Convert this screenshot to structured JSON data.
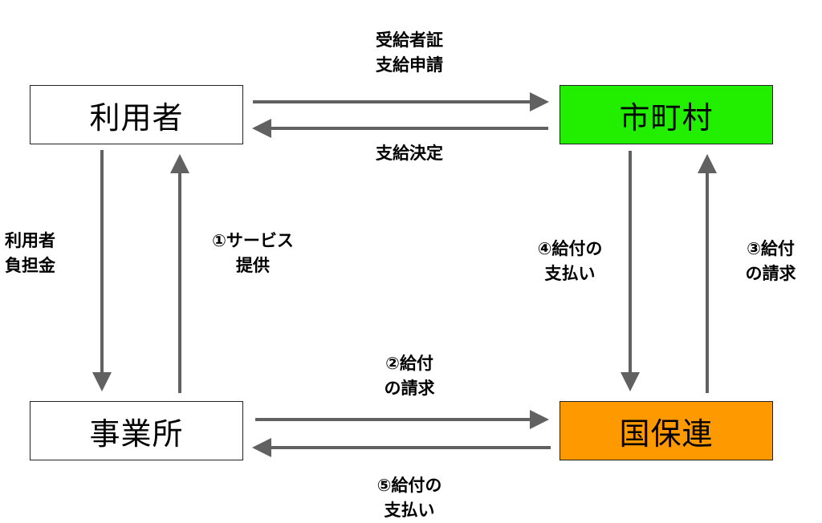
{
  "nodes": {
    "user": {
      "label": "利用者"
    },
    "municipality": {
      "label": "市町村",
      "color": "#22ee00"
    },
    "provider": {
      "label": "事業所"
    },
    "federation": {
      "label": "国保連",
      "color": "#ff9900"
    }
  },
  "edges": {
    "application": {
      "lines": [
        "受給者証",
        "支給申請"
      ]
    },
    "decision": {
      "lines": [
        "支給決定"
      ]
    },
    "copay": {
      "lines": [
        "利用者",
        "負担金"
      ]
    },
    "service": {
      "lines": [
        "①サービス",
        "提供"
      ]
    },
    "pay4": {
      "lines": [
        "④給付の",
        "支払い"
      ]
    },
    "claim3": {
      "lines": [
        "③給付",
        "の請求"
      ]
    },
    "claim2": {
      "lines": [
        "②給付",
        "の請求"
      ]
    },
    "pay5": {
      "lines": [
        "⑤給付の",
        "支払い"
      ]
    }
  },
  "colors": {
    "arrow": "#616161"
  }
}
